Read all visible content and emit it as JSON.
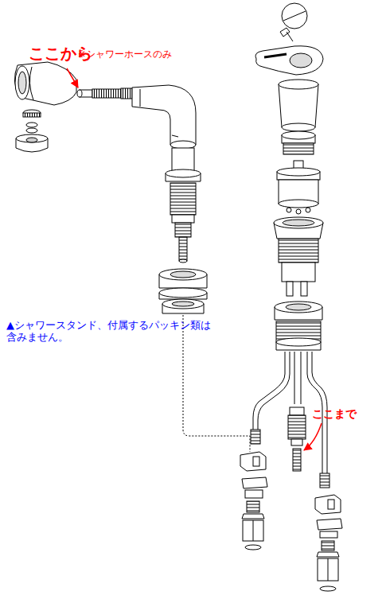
{
  "diagram": {
    "labels": [
      "ここから",
      "※シャワーホースのみ",
      "▲シャワースタンド、付属するパッキン類は 含みません。",
      "ここまで"
    ]
  }
}
